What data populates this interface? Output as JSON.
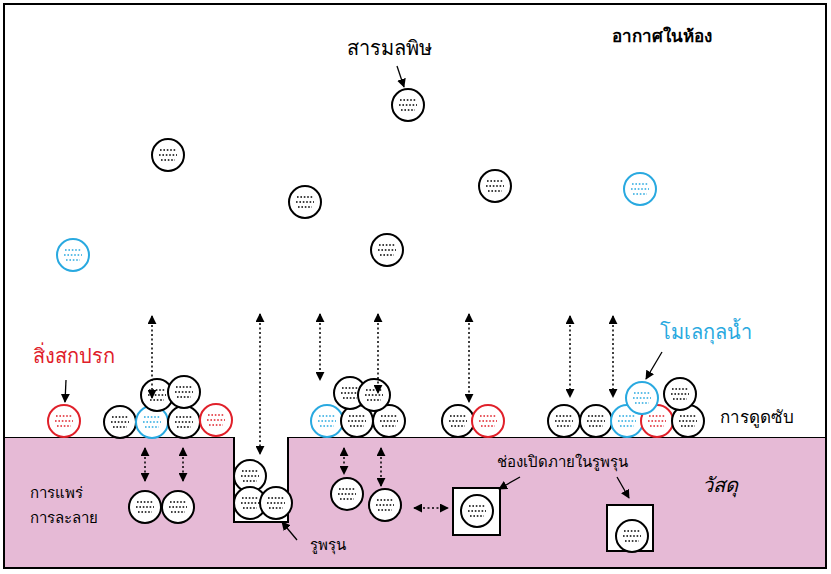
{
  "diagram": {
    "nodes": [
      {
        "text": [
          "อากาศในห้อง"
        ]
      },
      {
        "text": [
          "วัสดุ"
        ]
      }
    ],
    "labels": [
      "สารมลพิษ",
      "สิ่งสกปรก",
      "โมเลกุลน้ำ",
      "การดูดซับ",
      "การแพร่",
      "การละลาย",
      "ช่องเปิดภายในรูพรุน",
      "รูพรุน"
    ]
  }
}
